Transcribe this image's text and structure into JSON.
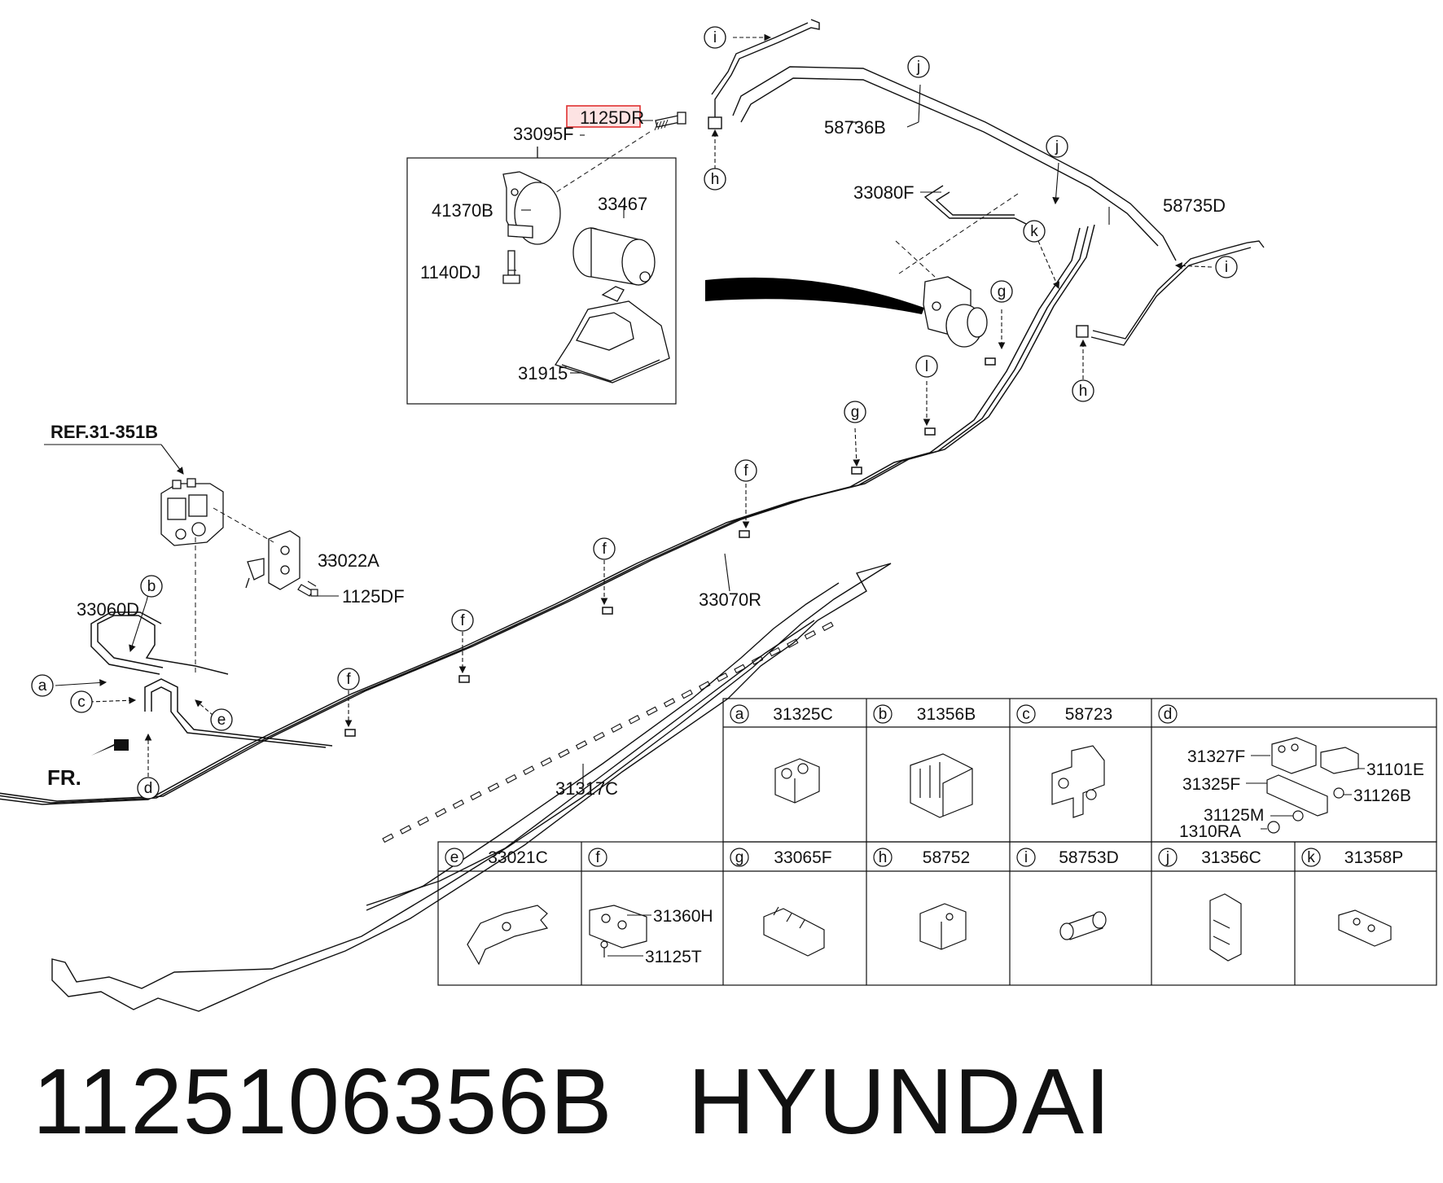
{
  "labels": {
    "ref": "REF.31-351B",
    "fr": "FR.",
    "p1125DR": "1125DR",
    "p33095F": "33095F",
    "p41370B": "41370B",
    "p33467": "33467",
    "p1140DJ": "1140DJ",
    "p31915": "31915",
    "p58736B": "58736B",
    "p33080F": "33080F",
    "p58735D": "58735D",
    "p33022A": "33022A",
    "p1125DF": "1125DF",
    "p33060D": "33060D",
    "p33070R": "33070R",
    "p31317C": "31317C"
  },
  "callouts": {
    "i": "i",
    "j": "j",
    "h": "h",
    "k": "k",
    "g": "g",
    "l": "l",
    "f": "f",
    "a": "a",
    "b": "b",
    "c": "c",
    "d": "d",
    "e": "e"
  },
  "table": {
    "row1": [
      {
        "letter": "a",
        "part": "31325C"
      },
      {
        "letter": "b",
        "part": "31356B"
      },
      {
        "letter": "c",
        "part": "58723"
      },
      {
        "letter": "d",
        "part": ""
      }
    ],
    "d_parts": [
      "31327F",
      "31101E",
      "31325F",
      "31126B",
      "31125M",
      "1310RA"
    ],
    "row2": [
      {
        "letter": "e",
        "part": "33021C"
      },
      {
        "letter": "f",
        "part": ""
      },
      {
        "letter": "g",
        "part": "33065F"
      },
      {
        "letter": "h",
        "part": "58752"
      },
      {
        "letter": "i",
        "part": "58753D"
      },
      {
        "letter": "j",
        "part": "31356C"
      },
      {
        "letter": "k",
        "part": "31358P"
      }
    ],
    "f_parts": [
      "31360H",
      "31125T"
    ]
  },
  "footer": {
    "part_number": "1125106356B",
    "brand": "HYUNDAI"
  },
  "colors": {
    "highlight_border": "#e03030",
    "highlight_fill": "#fde3e3"
  }
}
